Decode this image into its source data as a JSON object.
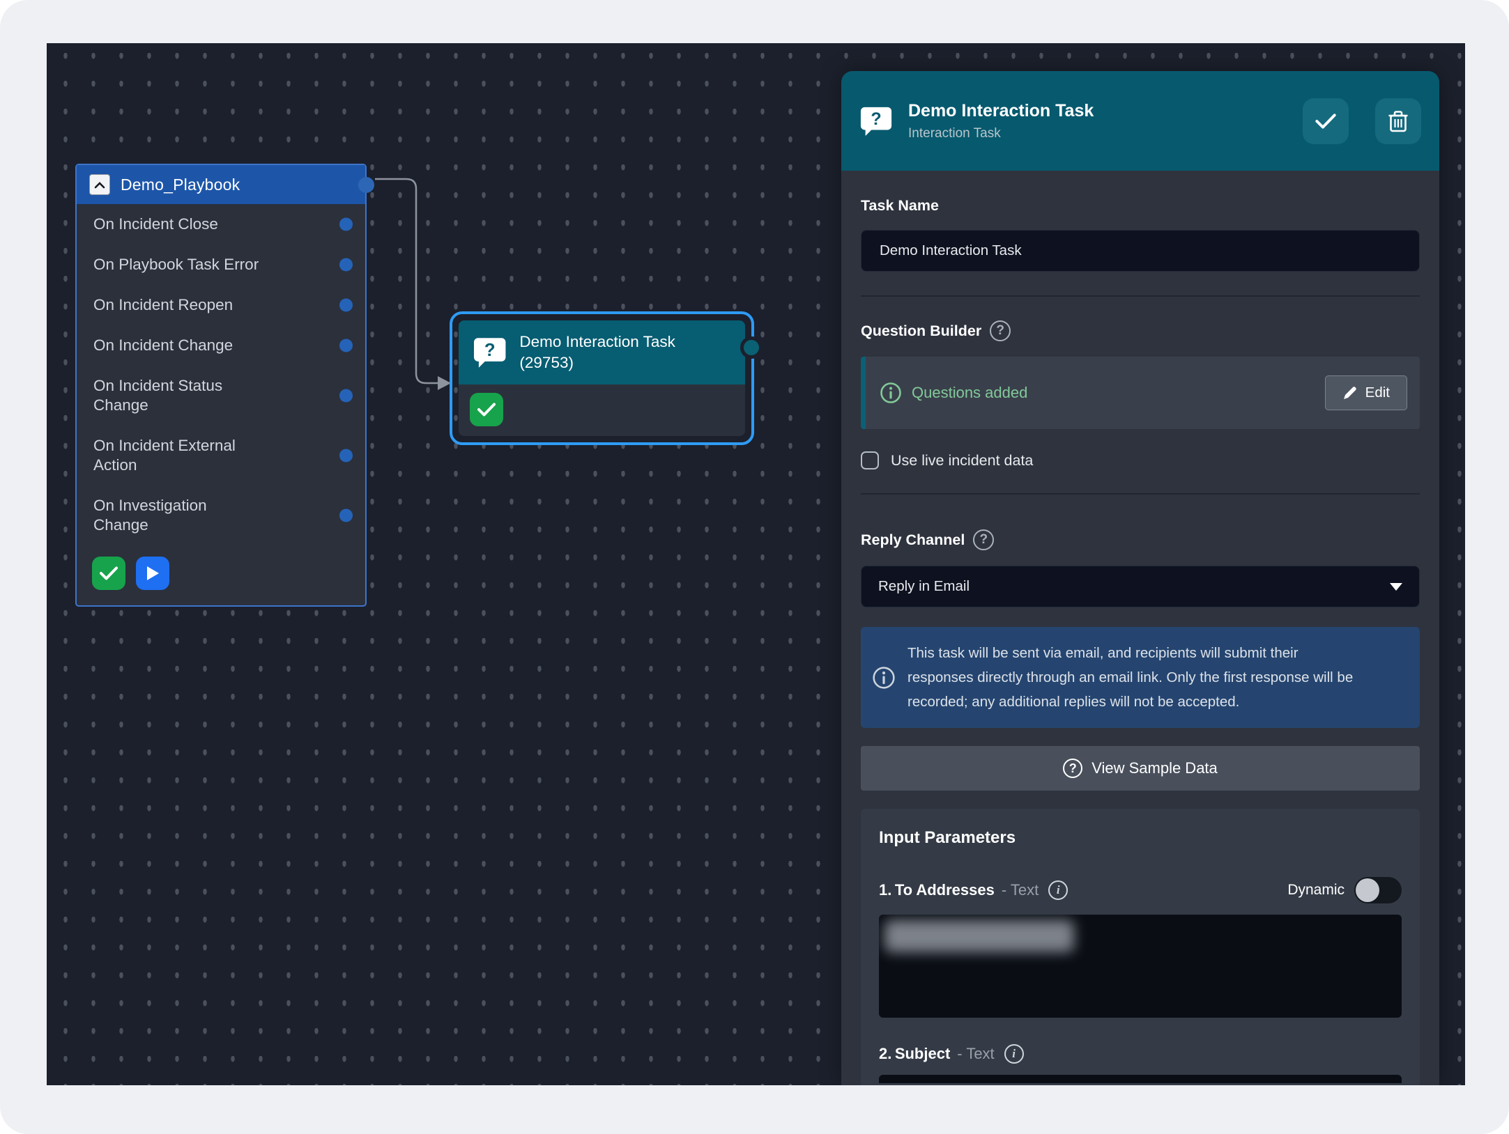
{
  "canvas": {
    "playbook_node": {
      "title": "Demo_Playbook",
      "triggers": [
        {
          "label": "On Incident Close"
        },
        {
          "label": "On Playbook Task Error"
        },
        {
          "label": "On Incident Reopen"
        },
        {
          "label": "On Incident Change"
        },
        {
          "label": "On Incident Status Change"
        },
        {
          "label": "On Incident External Action"
        },
        {
          "label": "On Investigation Change"
        }
      ]
    },
    "task_node": {
      "title": "Demo Interaction Task (29753)"
    }
  },
  "panel": {
    "header": {
      "title": "Demo Interaction Task",
      "subtitle": "Interaction Task"
    },
    "task_name": {
      "label": "Task Name",
      "value": "Demo Interaction Task"
    },
    "question_builder": {
      "label": "Question Builder",
      "status": "Questions added",
      "edit_label": "Edit"
    },
    "live_data_checkbox": {
      "label": "Use live incident data",
      "checked": false
    },
    "reply_channel": {
      "label": "Reply Channel",
      "selected": "Reply in Email",
      "info_text": "This task will be sent via email, and recipients will submit their responses directly through an email link. Only the first response will be recorded; any additional replies will not be accepted."
    },
    "view_sample_data_label": "View Sample Data",
    "input_parameters": {
      "title": "Input Parameters",
      "dynamic_label": "Dynamic",
      "params": [
        {
          "index": "1.",
          "name": "To Addresses",
          "type": "- Text",
          "value_redacted": true
        },
        {
          "index": "2.",
          "name": "Subject",
          "type": "- Text"
        }
      ]
    }
  },
  "colors": {
    "canvas_bg": "#1b202c",
    "playbook_header_blue": "#1d56a9",
    "node_body": "#2b303b",
    "port_blue": "#2563b8",
    "task_teal": "#075d72",
    "selected_outline": "#2f9bf5",
    "panel_bg": "#2e333e",
    "panel_header_teal": "#07596e",
    "success_green": "#17a34b",
    "run_blue": "#1e6ff2",
    "status_green_text": "#82c99a",
    "info_banner_blue": "#254570",
    "field_bg": "#0e1220"
  }
}
